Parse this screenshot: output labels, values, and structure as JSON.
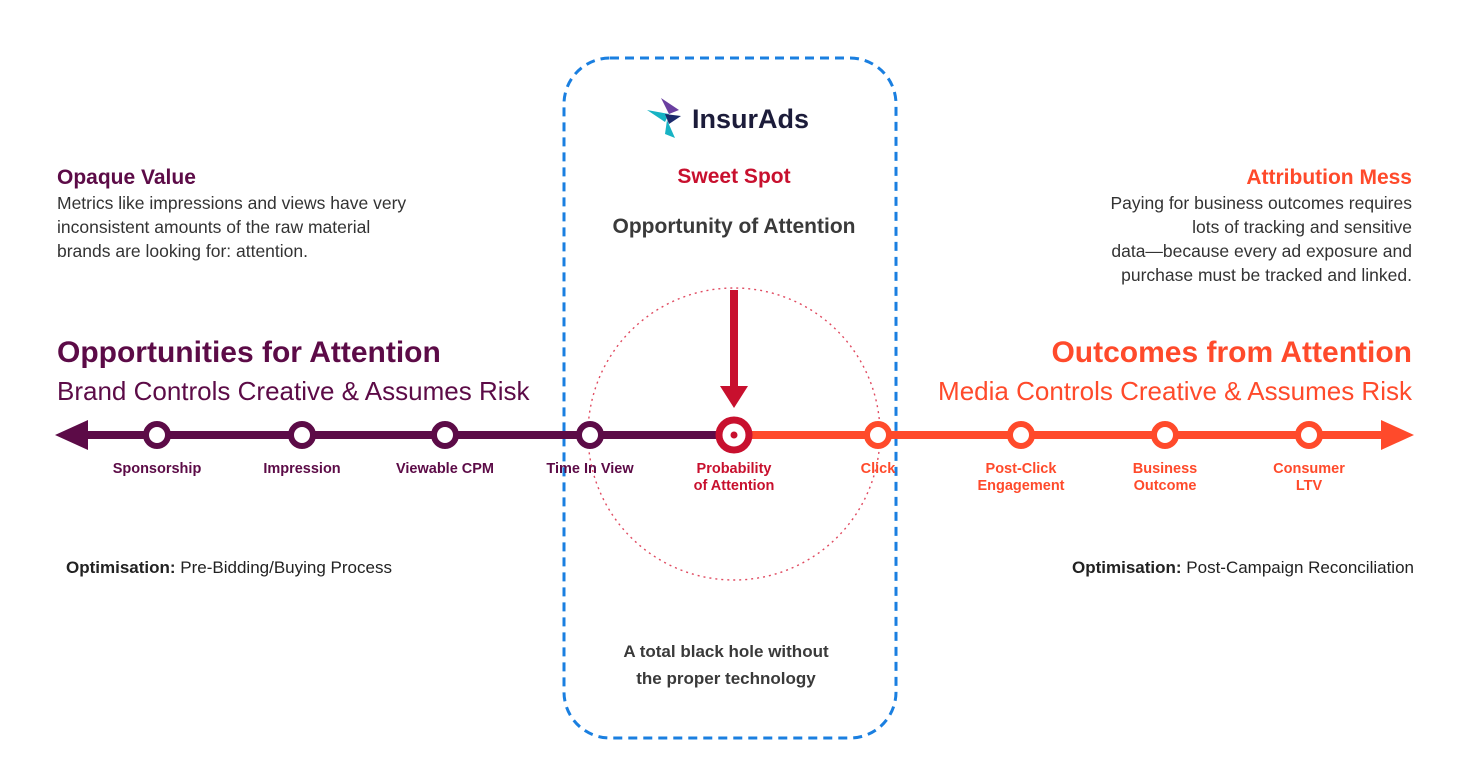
{
  "logo": {
    "name": "InsurAds"
  },
  "center": {
    "sweet_spot": "Sweet Spot",
    "opportunity": "Opportunity of Attention",
    "black_hole_line1": "A total black hole without",
    "black_hole_line2": "the proper technology"
  },
  "left": {
    "heading": "Opaque Value",
    "body_lines": [
      "Metrics like impressions and views have very",
      "inconsistent amounts of the raw material",
      "brands are looking for: attention."
    ],
    "big_title": "Opportunities for Attention",
    "big_subtitle": "Brand Controls Creative & Assumes Risk",
    "optimisation_label": "Optimisation:",
    "optimisation_value": " Pre-Bidding/Buying Process"
  },
  "right": {
    "heading": "Attribution Mess",
    "body_lines": [
      "Paying for business outcomes requires",
      "lots of tracking and sensitive",
      "data—because every ad exposure and",
      "purchase must be tracked and linked."
    ],
    "big_title": "Outcomes from Attention",
    "big_subtitle": "Media Controls Creative & Assumes Risk",
    "optimisation_label": "Optimisation:",
    "optimisation_value": " Post-Campaign Reconciliation"
  },
  "timeline": [
    {
      "line1": "Sponsorship",
      "line2": "",
      "side": "brand"
    },
    {
      "line1": "Impression",
      "line2": "",
      "side": "brand"
    },
    {
      "line1": "Viewable CPM",
      "line2": "",
      "side": "brand"
    },
    {
      "line1": "Time In View",
      "line2": "",
      "side": "brand"
    },
    {
      "line1": "Probability",
      "line2": "of Attention",
      "side": "center"
    },
    {
      "line1": "Click",
      "line2": "",
      "side": "media"
    },
    {
      "line1": "Post-Click",
      "line2": "Engagement",
      "side": "media"
    },
    {
      "line1": "Business",
      "line2": "Outcome",
      "side": "media"
    },
    {
      "line1": "Consumer",
      "line2": "LTV",
      "side": "media"
    }
  ],
  "colors": {
    "brand": "#5c0b47",
    "media": "#ff4a2b",
    "center": "#c8102e",
    "frame": "#1a7fe0",
    "logo_teal": "#17b3c4",
    "logo_navy": "#1c2a6b",
    "logo_purple": "#6a3fa0"
  }
}
